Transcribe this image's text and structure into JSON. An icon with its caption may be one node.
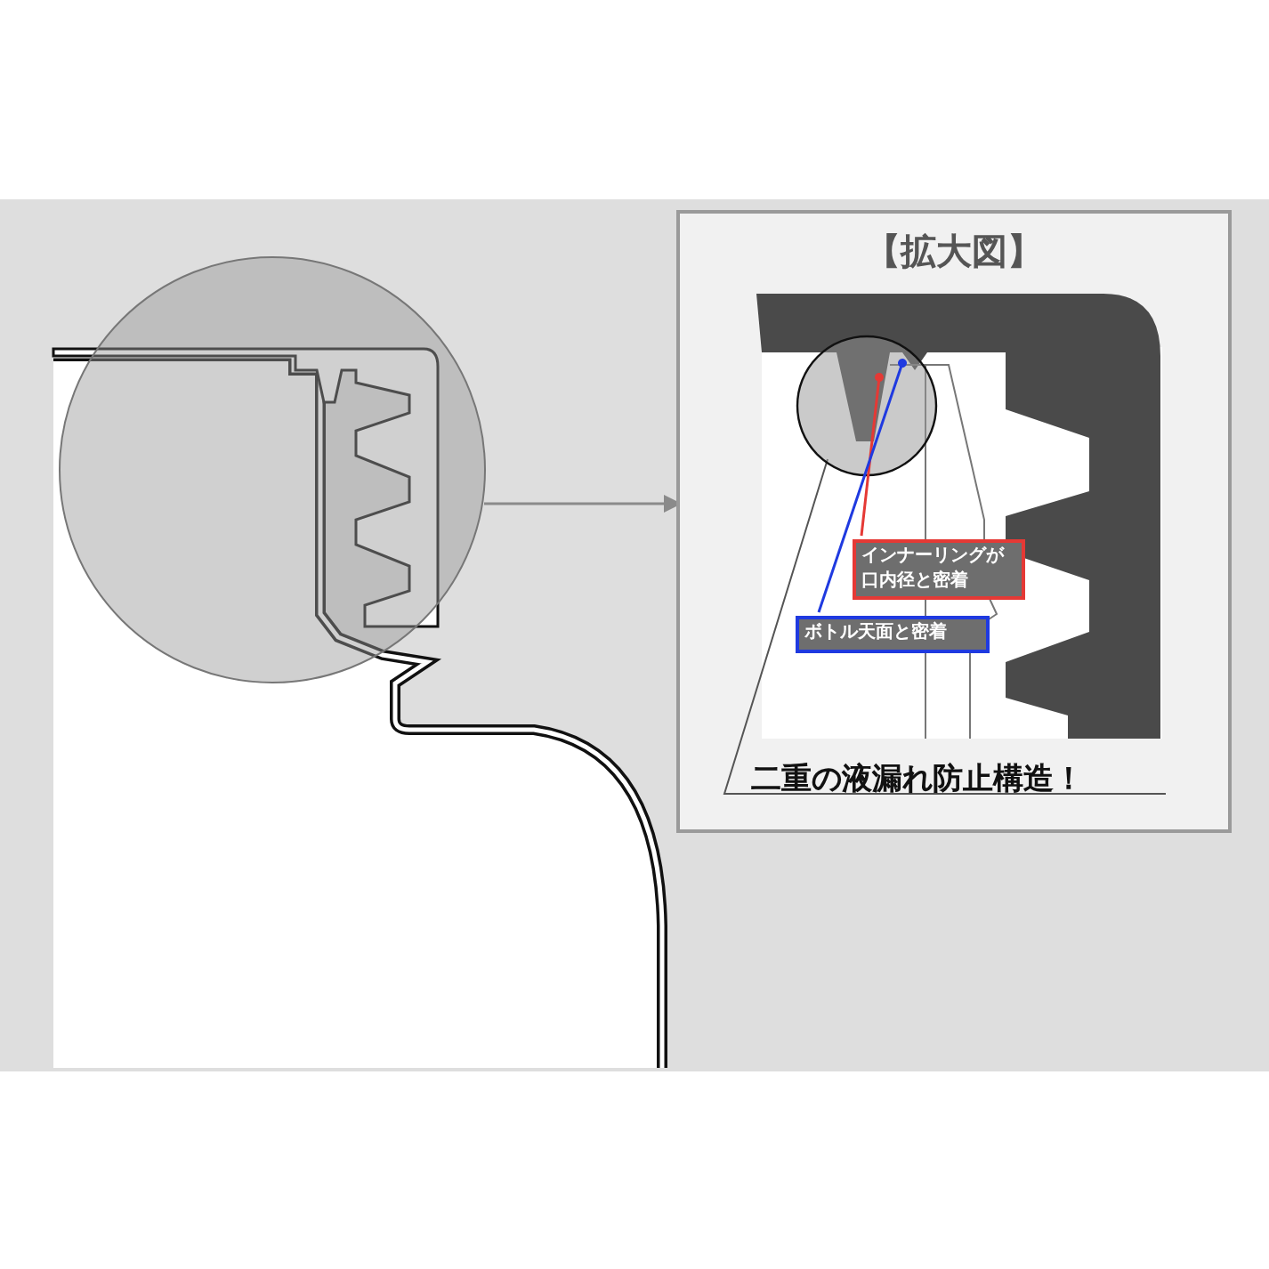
{
  "diagram": {
    "nodes": [
      {
        "text": [],
        "shape": "circle"
      },
      {
        "text": [
          "【拡大図】",
          "二重の液漏れ防止構造！"
        ]
      },
      {
        "text": [
          "インナーリングが口内径と密着"
        ],
        "in": 1
      },
      {
        "text": [
          "ボトル天面と密着"
        ],
        "in": 1
      }
    ],
    "edges": [
      {
        "from": 0,
        "to": 1,
        "arrow": "to"
      },
      {
        "from": 2,
        "to": null,
        "arrow": "other",
        "color": "#e53935"
      },
      {
        "from": 3,
        "to": null,
        "arrow": "other",
        "color": "#1f3ae0"
      }
    ]
  }
}
